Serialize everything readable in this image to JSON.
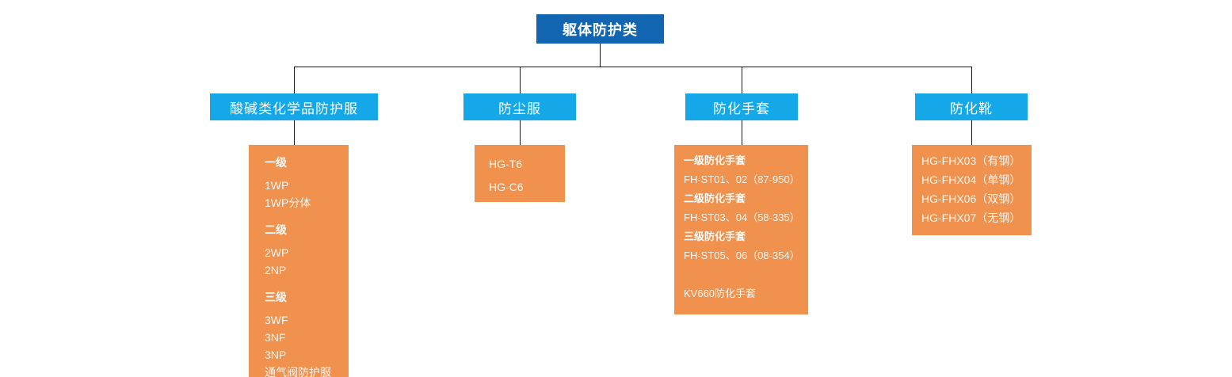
{
  "palette": {
    "root_box_bg": "#1165b1",
    "branch_box_bg": "#14a8e8",
    "leaf_box_bg": "#f0914e",
    "connector_line": "#161616",
    "text_color": "#ffffff"
  },
  "root": {
    "label": "躯体防护类"
  },
  "branches": [
    {
      "label": "酸碱类化学品防护服",
      "items": [
        {
          "text": "一级",
          "style": "header"
        },
        {
          "text": "1WP"
        },
        {
          "text": "1WP分体"
        },
        {
          "text": "二级",
          "style": "header"
        },
        {
          "text": "2WP"
        },
        {
          "text": "2NP"
        },
        {
          "text": "三级",
          "style": "header"
        },
        {
          "text": "3WF"
        },
        {
          "text": "3NF"
        },
        {
          "text": "3NP"
        },
        {
          "text": "通气阀防护服"
        }
      ]
    },
    {
      "label": "防尘服",
      "items": [
        {
          "text": "HG-T6"
        },
        {
          "text": "HG-C6"
        }
      ]
    },
    {
      "label": "防化手套",
      "items": [
        {
          "text": "一级防化手套",
          "style": "header"
        },
        {
          "text": "FH-ST01、02（87-950）"
        },
        {
          "text": "二级防化手套",
          "style": "header"
        },
        {
          "text": "FH-ST03、04（58-335）"
        },
        {
          "text": "三级防化手套",
          "style": "header"
        },
        {
          "text": "FH-ST05、06（08-354）"
        },
        {
          "text": "KV660防化手套",
          "style": "spaced"
        }
      ]
    },
    {
      "label": "防化靴",
      "items": [
        {
          "text": "HG-FHX03（有钢）"
        },
        {
          "text": "HG-FHX04（单钢）"
        },
        {
          "text": "HG-FHX06（双钢）"
        },
        {
          "text": "HG-FHX07（无钢）"
        }
      ]
    }
  ]
}
